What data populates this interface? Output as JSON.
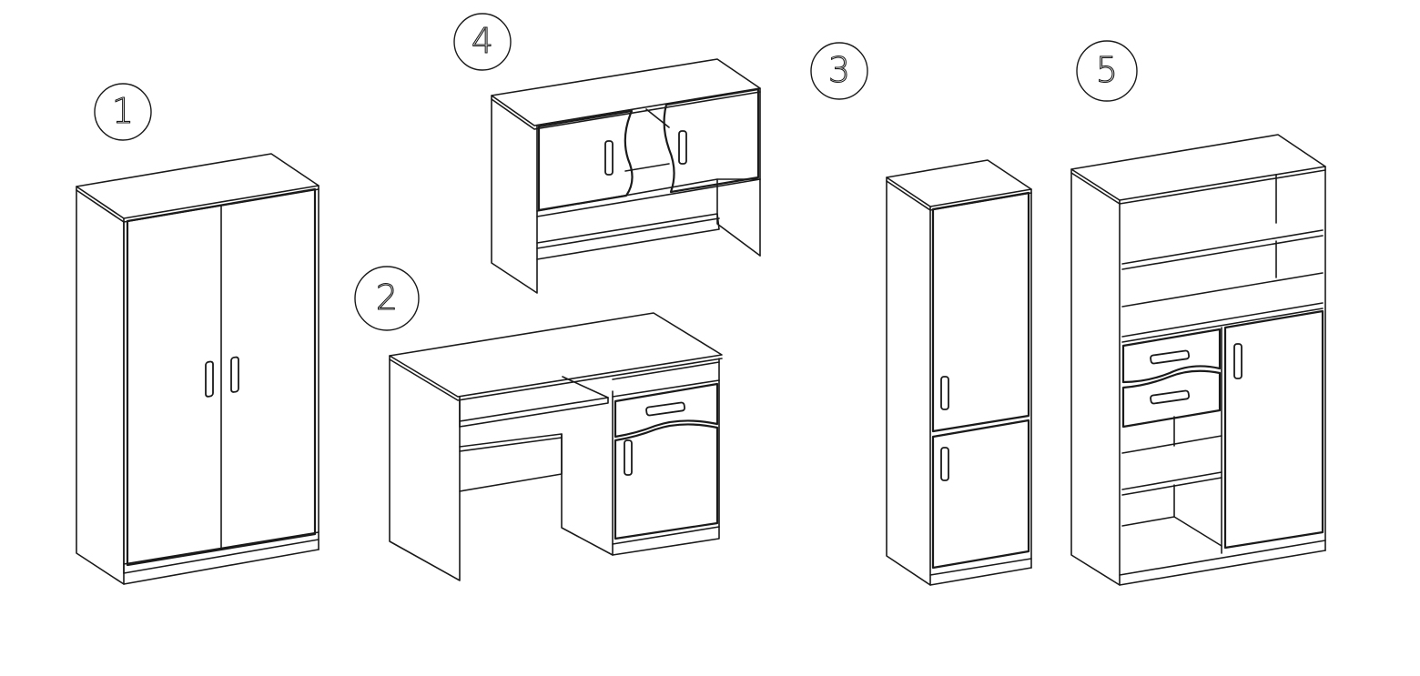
{
  "items": [
    {
      "number": "1"
    },
    {
      "number": "2"
    },
    {
      "number": "3"
    },
    {
      "number": "4"
    },
    {
      "number": "5"
    }
  ]
}
